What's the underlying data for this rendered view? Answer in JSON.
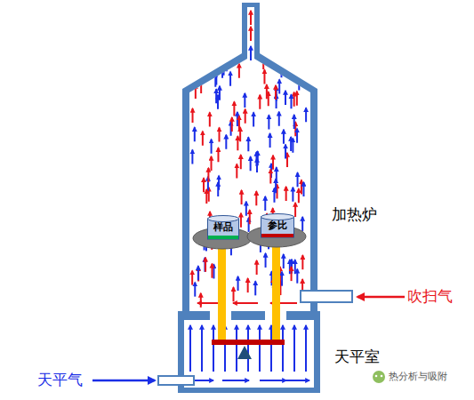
{
  "diagram": {
    "nodes": [
      {
        "text": [
          "加热炉"
        ]
      },
      {
        "text": [
          "样品"
        ],
        "in": 0
      },
      {
        "text": [
          "参比"
        ],
        "in": 0
      },
      {
        "text": [
          "天平室"
        ]
      }
    ],
    "labels": [
      "吹扫气",
      "天平气",
      "热分析与吸附"
    ]
  }
}
